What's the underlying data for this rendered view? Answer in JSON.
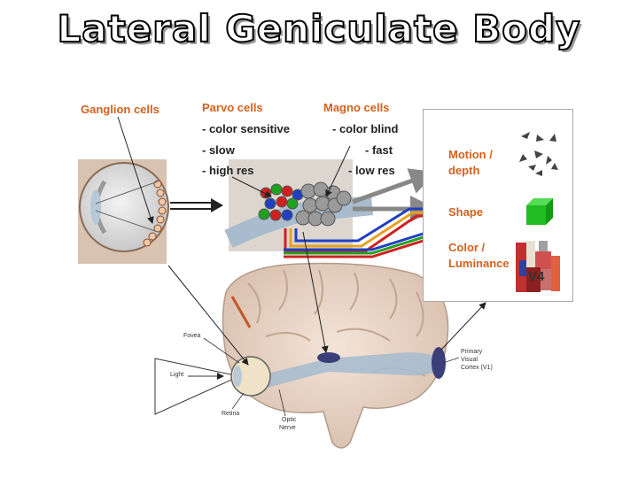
{
  "title": "Lateral Geniculate Body",
  "labels": {
    "ganglion": "Ganglion cells",
    "parvo": "Parvo cells",
    "parvo_props": [
      "- color sensitive",
      "- slow",
      "- high res"
    ],
    "magno": "Magno cells",
    "magno_props": [
      "- color blind",
      "- fast",
      "- low res"
    ],
    "motion": "Motion /",
    "depth": "depth",
    "shape": "Shape",
    "color": "Color /",
    "luminance": "Luminance",
    "v4": "V4"
  },
  "brain_labels": {
    "fovea": "Fovea",
    "light": "Light",
    "retina": "Retina",
    "optic1": "Optic",
    "optic2": "Nerve",
    "primary1": "Primary",
    "primary2": "Visual",
    "primary3": "Cortex (V1)"
  },
  "colors": {
    "accent": "#d4601e",
    "pathway": "#8fa9c4",
    "shape_green": "#22bb22"
  }
}
